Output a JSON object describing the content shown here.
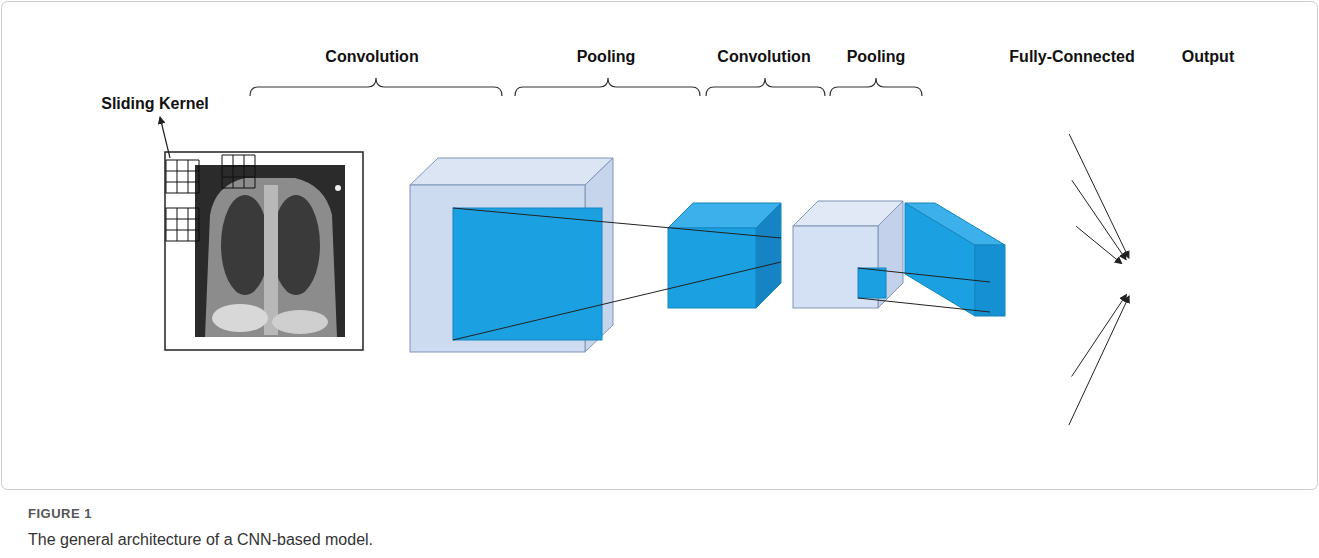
{
  "diagram": {
    "caption": "The general architecture of a CNN-based model.",
    "nodes": [
      {
        "text": [
          "Fully-Connected"
        ]
      },
      {
        "text": [
          "Output"
        ]
      }
    ],
    "edges": [
      {
        "from": 0,
        "to": 1,
        "arrow": "to"
      }
    ],
    "labels": [
      "Convolution",
      "Pooling",
      "Convolution",
      "Pooling",
      "Sliding Kernel",
      "FIGURE 1"
    ]
  }
}
